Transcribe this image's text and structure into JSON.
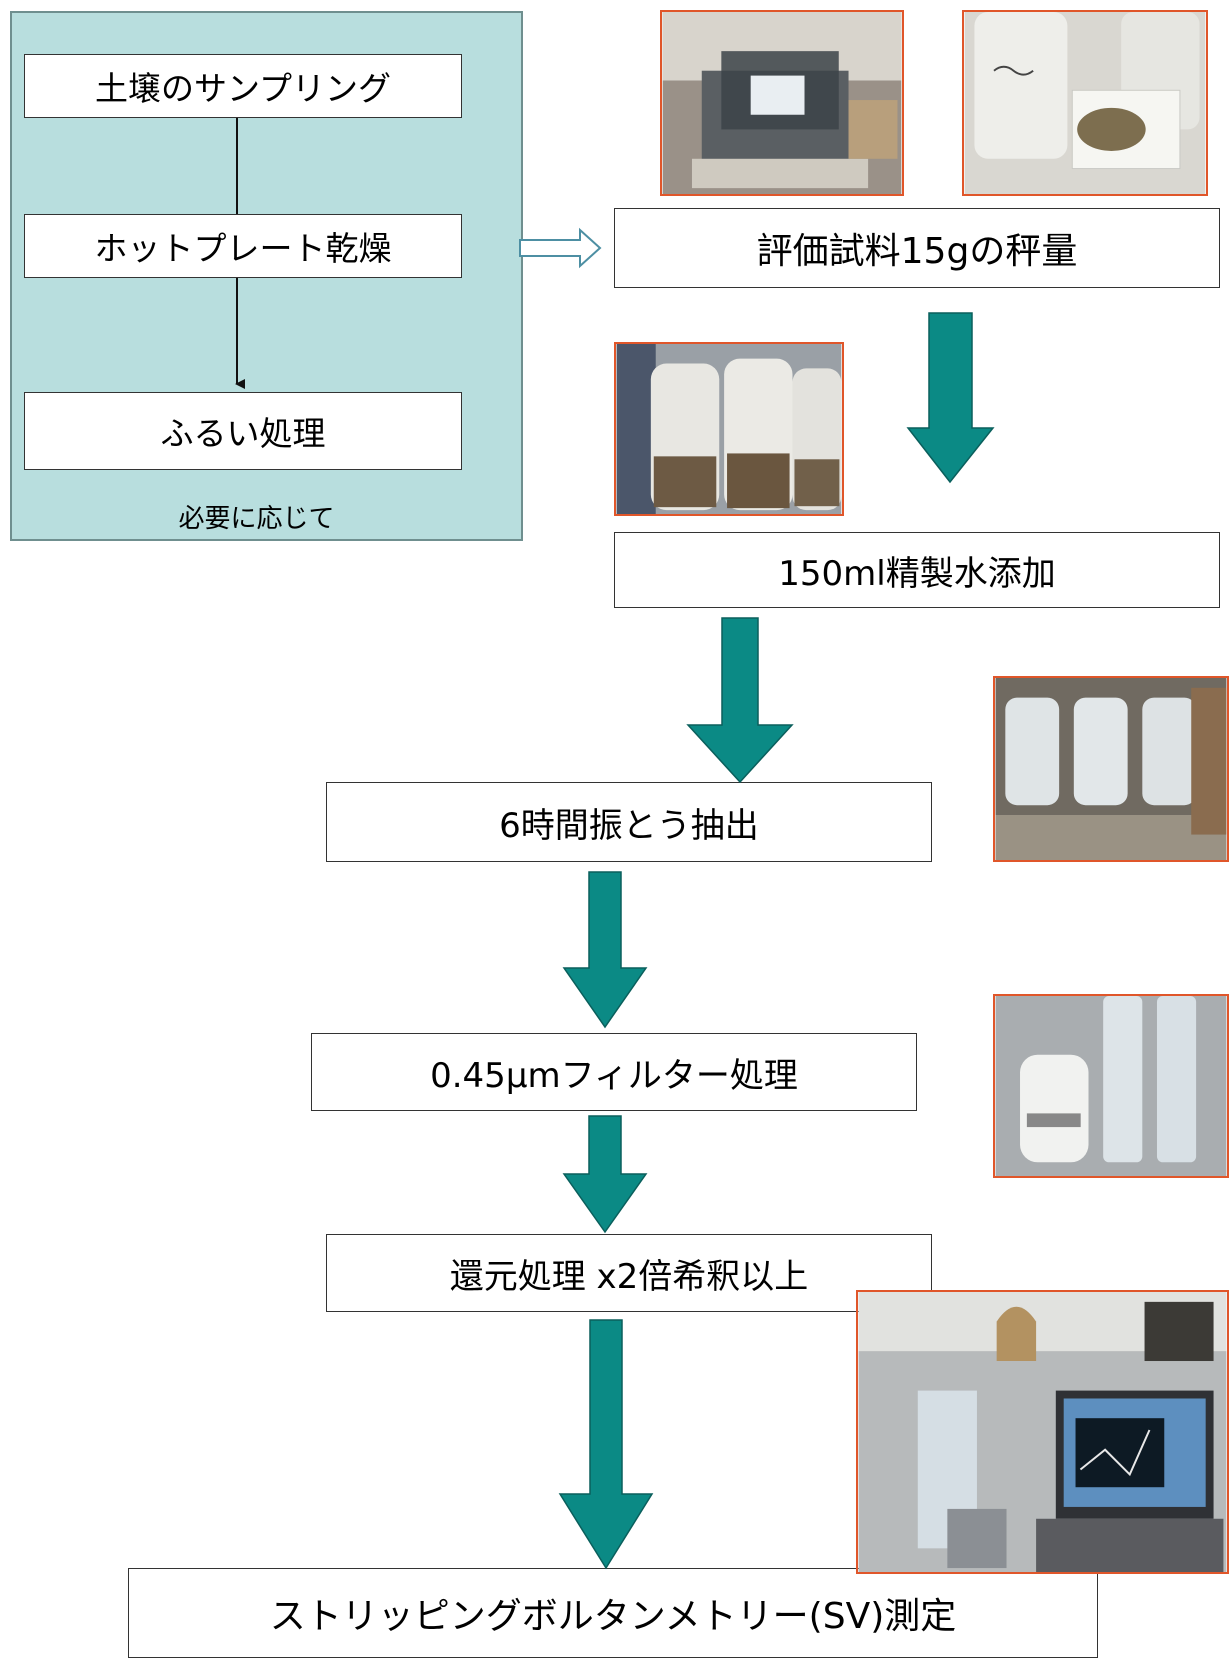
{
  "prep_panel": {
    "steps": [
      "土壌のサンプリング",
      "ホットプレート乾燥",
      "ふるい処理"
    ],
    "note": "必要に応じて"
  },
  "main_flow": {
    "steps": [
      "評価試料15gの秤量",
      "150ml精製水添加",
      "6時間振とう抽出",
      "0.45μmフィルター処理",
      "還元処理 x2倍希釈以上",
      "ストリッピングボルタンメトリー(SV)測定"
    ]
  },
  "photos": [
    {
      "name": "balance-photo",
      "content": "weighing balance"
    },
    {
      "name": "soil-sample-photo",
      "content": "soil sample with bottles"
    },
    {
      "name": "bottles-water-photo",
      "content": "bottles with soil and water"
    },
    {
      "name": "shaker-photo",
      "content": "bottles on shaker"
    },
    {
      "name": "filter-vials-photo",
      "content": "filtered vials"
    },
    {
      "name": "sv-instrument-photo",
      "content": "voltammetry setup with laptop"
    }
  ],
  "colors": {
    "panel_bg": "#b8dede",
    "arrow_teal": "#0b8a85",
    "photo_border": "#e0562a"
  }
}
